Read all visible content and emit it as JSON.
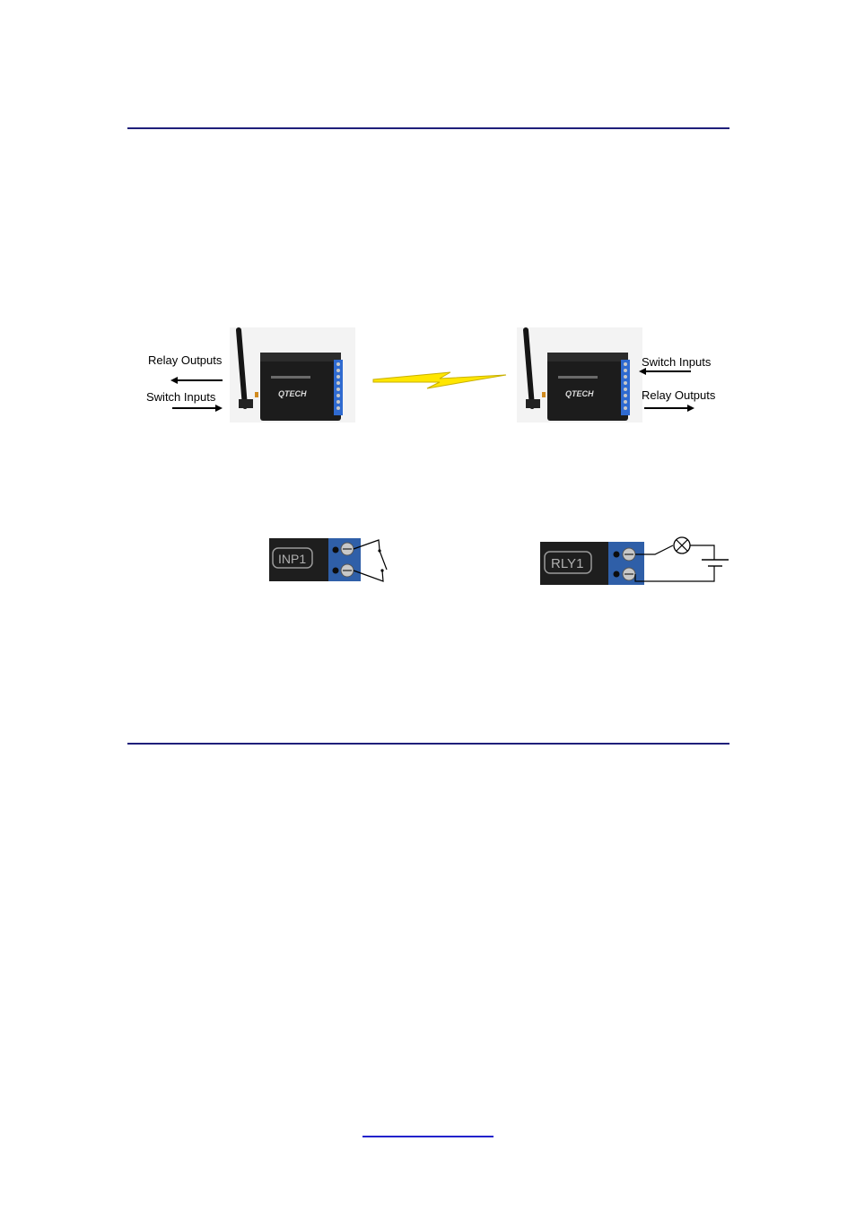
{
  "diagram": {
    "left_unit": {
      "labels": {
        "relay_outputs": "Relay Outputs",
        "switch_inputs": "Switch Inputs"
      },
      "brand": "QTECH"
    },
    "right_unit": {
      "labels": {
        "switch_inputs": "Switch Inputs",
        "relay_outputs": "Relay Outputs"
      },
      "brand": "QTECH"
    }
  },
  "terminals": {
    "input": {
      "label": "INP1"
    },
    "relay": {
      "label": "RLY1"
    }
  },
  "colors": {
    "rule": "#1f1f7a",
    "bolt": "#ffe600",
    "terminal": "#2f5fa8"
  }
}
